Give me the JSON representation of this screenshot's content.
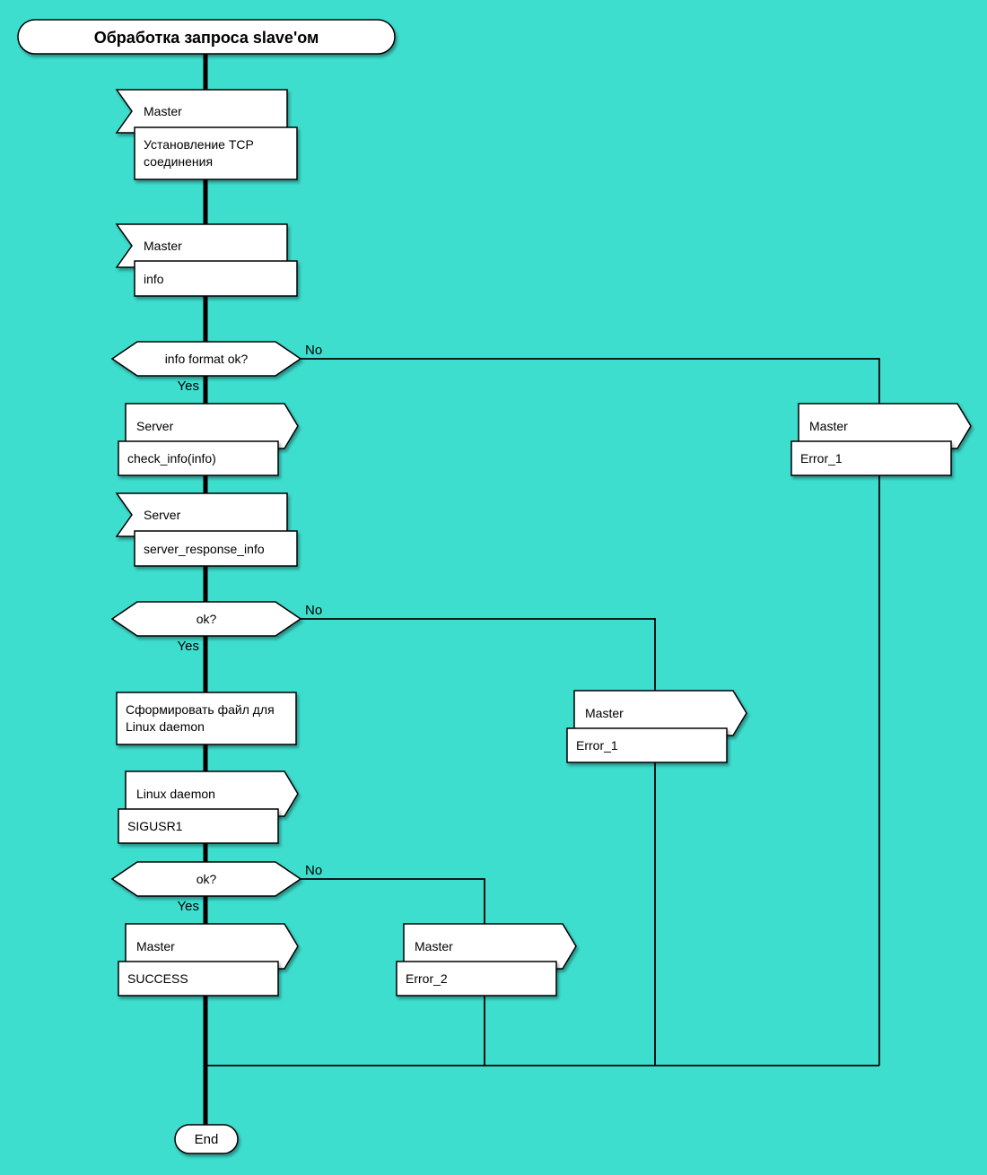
{
  "colors": {
    "background": "#3EDECF",
    "shape_fill": "#FFFFFF",
    "line": "#000000"
  },
  "title": {
    "label": "Обработка запроса slave'ом"
  },
  "branch_labels": {
    "yes": "Yes",
    "no": "No"
  },
  "nodes": {
    "recv_tcp": {
      "actor": "Master",
      "body_line1": "Установление TCP",
      "body_line2": "соединения"
    },
    "recv_info": {
      "actor": "Master",
      "body": "info"
    },
    "decision_format": {
      "question": "info format ok?"
    },
    "send_check_info": {
      "actor": "Server",
      "body": "check_info(info)"
    },
    "recv_server_response": {
      "actor": "Server",
      "body": "server_response_info"
    },
    "decision_ok_1": {
      "question": "ok?"
    },
    "process_make_file": {
      "line1": "Сформировать файл для",
      "line2": "Linux daemon"
    },
    "send_sigusr1": {
      "actor": "Linux daemon",
      "body": "SIGUSR1"
    },
    "decision_ok_2": {
      "question": "ok?"
    },
    "send_success": {
      "actor": "Master",
      "body": "SUCCESS"
    },
    "send_error_2": {
      "actor": "Master",
      "body": "Error_2"
    },
    "send_error_1_mid": {
      "actor": "Master",
      "body": "Error_1"
    },
    "send_error_1_right": {
      "actor": "Master",
      "body": "Error_1"
    },
    "end": {
      "label": "End"
    }
  }
}
